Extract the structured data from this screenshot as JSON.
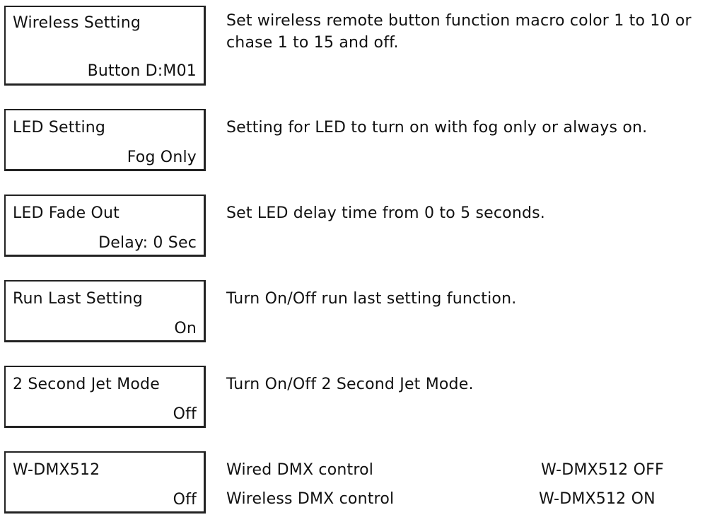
{
  "settings": [
    {
      "title": "Wireless Setting",
      "value": "Button D:M01",
      "description": "Set wireless remote button function macro color 1 to 10 or chase 1 to 15 and off."
    },
    {
      "title": "LED Setting",
      "value": "Fog Only",
      "description": "Setting for LED to turn on with fog only or always on."
    },
    {
      "title": "LED Fade Out",
      "value": "Delay: 0 Sec",
      "description": "Set LED delay time from 0 to 5 seconds."
    },
    {
      "title": "Run Last Setting",
      "value": "On",
      "description": "Turn On/Off run last setting function."
    },
    {
      "title": "2 Second Jet Mode",
      "value": "Off",
      "description": "Turn On/Off 2 Second Jet Mode."
    },
    {
      "title": "W-DMX512",
      "value": "Off",
      "options": [
        {
          "label": "Wired DMX control",
          "setting": "W-DMX512 OFF"
        },
        {
          "label": "Wireless DMX control",
          "setting": "W-DMX512 ON"
        }
      ]
    }
  ]
}
